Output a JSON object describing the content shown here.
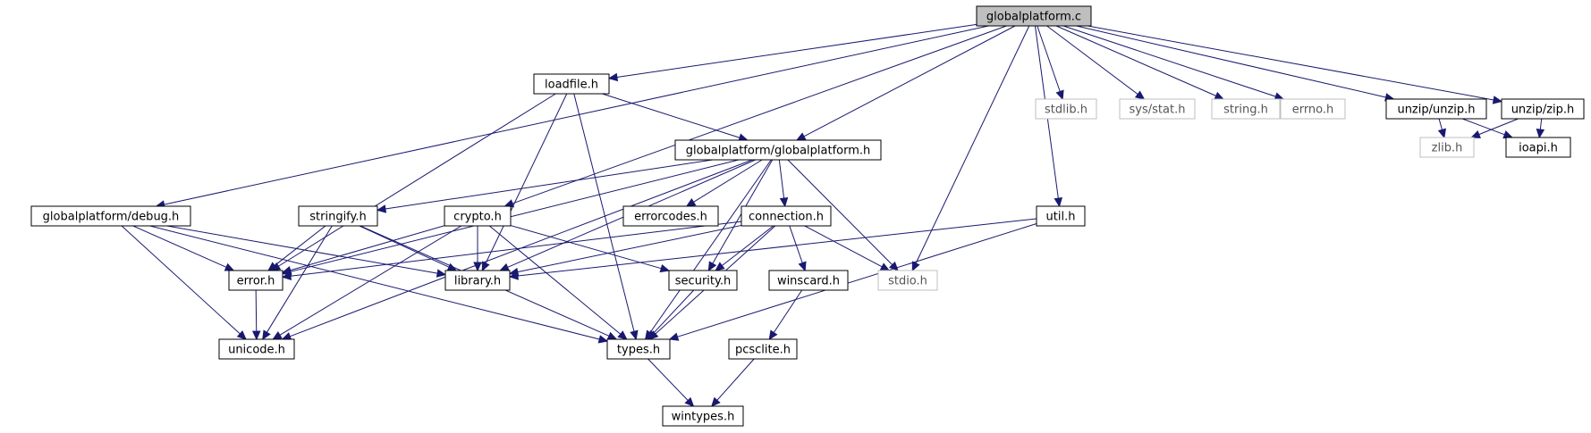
{
  "diagram": {
    "nodes": [
      {
        "id": "globalplatform_c",
        "label": "globalplatform.c",
        "style": "root"
      },
      {
        "id": "loadfile_h",
        "label": "loadfile.h",
        "style": "local"
      },
      {
        "id": "stdlib_h",
        "label": "stdlib.h",
        "style": "external"
      },
      {
        "id": "sys_stat_h",
        "label": "sys/stat.h",
        "style": "external"
      },
      {
        "id": "string_h",
        "label": "string.h",
        "style": "external"
      },
      {
        "id": "errno_h",
        "label": "errno.h",
        "style": "external"
      },
      {
        "id": "unzip_unzip_h",
        "label": "unzip/unzip.h",
        "style": "local"
      },
      {
        "id": "unzip_zip_h",
        "label": "unzip/zip.h",
        "style": "local"
      },
      {
        "id": "gp_gp_h",
        "label": "globalplatform/globalplatform.h",
        "style": "local"
      },
      {
        "id": "zlib_h",
        "label": "zlib.h",
        "style": "external"
      },
      {
        "id": "ioapi_h",
        "label": "ioapi.h",
        "style": "local"
      },
      {
        "id": "gp_debug_h",
        "label": "globalplatform/debug.h",
        "style": "local"
      },
      {
        "id": "stringify_h",
        "label": "stringify.h",
        "style": "local"
      },
      {
        "id": "crypto_h",
        "label": "crypto.h",
        "style": "local"
      },
      {
        "id": "errorcodes_h",
        "label": "errorcodes.h",
        "style": "local"
      },
      {
        "id": "connection_h",
        "label": "connection.h",
        "style": "local"
      },
      {
        "id": "util_h",
        "label": "util.h",
        "style": "local"
      },
      {
        "id": "error_h",
        "label": "error.h",
        "style": "local"
      },
      {
        "id": "library_h",
        "label": "library.h",
        "style": "local"
      },
      {
        "id": "security_h",
        "label": "security.h",
        "style": "local"
      },
      {
        "id": "winscard_h",
        "label": "winscard.h",
        "style": "local"
      },
      {
        "id": "stdio_h",
        "label": "stdio.h",
        "style": "external"
      },
      {
        "id": "unicode_h",
        "label": "unicode.h",
        "style": "local"
      },
      {
        "id": "types_h",
        "label": "types.h",
        "style": "local"
      },
      {
        "id": "pcsclite_h",
        "label": "pcsclite.h",
        "style": "local"
      },
      {
        "id": "wintypes_h",
        "label": "wintypes.h",
        "style": "local"
      }
    ],
    "edges": [
      [
        "globalplatform_c",
        "loadfile_h"
      ],
      [
        "globalplatform_c",
        "stdlib_h"
      ],
      [
        "globalplatform_c",
        "sys_stat_h"
      ],
      [
        "globalplatform_c",
        "string_h"
      ],
      [
        "globalplatform_c",
        "errno_h"
      ],
      [
        "globalplatform_c",
        "unzip_unzip_h"
      ],
      [
        "globalplatform_c",
        "unzip_zip_h"
      ],
      [
        "globalplatform_c",
        "gp_gp_h"
      ],
      [
        "globalplatform_c",
        "gp_debug_h"
      ],
      [
        "globalplatform_c",
        "crypto_h"
      ],
      [
        "globalplatform_c",
        "util_h"
      ],
      [
        "globalplatform_c",
        "stdio_h"
      ],
      [
        "loadfile_h",
        "gp_gp_h"
      ],
      [
        "loadfile_h",
        "error_h"
      ],
      [
        "loadfile_h",
        "library_h"
      ],
      [
        "loadfile_h",
        "types_h"
      ],
      [
        "unzip_unzip_h",
        "zlib_h"
      ],
      [
        "unzip_unzip_h",
        "ioapi_h"
      ],
      [
        "unzip_zip_h",
        "zlib_h"
      ],
      [
        "unzip_zip_h",
        "ioapi_h"
      ],
      [
        "gp_gp_h",
        "stringify_h"
      ],
      [
        "gp_gp_h",
        "errorcodes_h"
      ],
      [
        "gp_gp_h",
        "connection_h"
      ],
      [
        "gp_gp_h",
        "error_h"
      ],
      [
        "gp_gp_h",
        "library_h"
      ],
      [
        "gp_gp_h",
        "security_h"
      ],
      [
        "gp_gp_h",
        "stdio_h"
      ],
      [
        "gp_gp_h",
        "unicode_h"
      ],
      [
        "gp_gp_h",
        "types_h"
      ],
      [
        "gp_debug_h",
        "error_h"
      ],
      [
        "gp_debug_h",
        "library_h"
      ],
      [
        "gp_debug_h",
        "unicode_h"
      ],
      [
        "gp_debug_h",
        "types_h"
      ],
      [
        "stringify_h",
        "error_h"
      ],
      [
        "stringify_h",
        "library_h"
      ],
      [
        "stringify_h",
        "unicode_h"
      ],
      [
        "stringify_h",
        "types_h"
      ],
      [
        "crypto_h",
        "error_h"
      ],
      [
        "crypto_h",
        "library_h"
      ],
      [
        "crypto_h",
        "security_h"
      ],
      [
        "crypto_h",
        "unicode_h"
      ],
      [
        "crypto_h",
        "types_h"
      ],
      [
        "connection_h",
        "error_h"
      ],
      [
        "connection_h",
        "library_h"
      ],
      [
        "connection_h",
        "security_h"
      ],
      [
        "connection_h",
        "winscard_h"
      ],
      [
        "connection_h",
        "stdio_h"
      ],
      [
        "connection_h",
        "types_h"
      ],
      [
        "util_h",
        "library_h"
      ],
      [
        "util_h",
        "types_h"
      ],
      [
        "error_h",
        "unicode_h"
      ],
      [
        "security_h",
        "types_h"
      ],
      [
        "winscard_h",
        "pcsclite_h"
      ],
      [
        "pcsclite_h",
        "wintypes_h"
      ],
      [
        "types_h",
        "wintypes_h"
      ]
    ]
  },
  "colors": {
    "edge": "#191970",
    "root_fill": "#bfbfbf",
    "node_border": "#000000",
    "external_border": "#bfbfbf",
    "external_text": "#555555"
  }
}
